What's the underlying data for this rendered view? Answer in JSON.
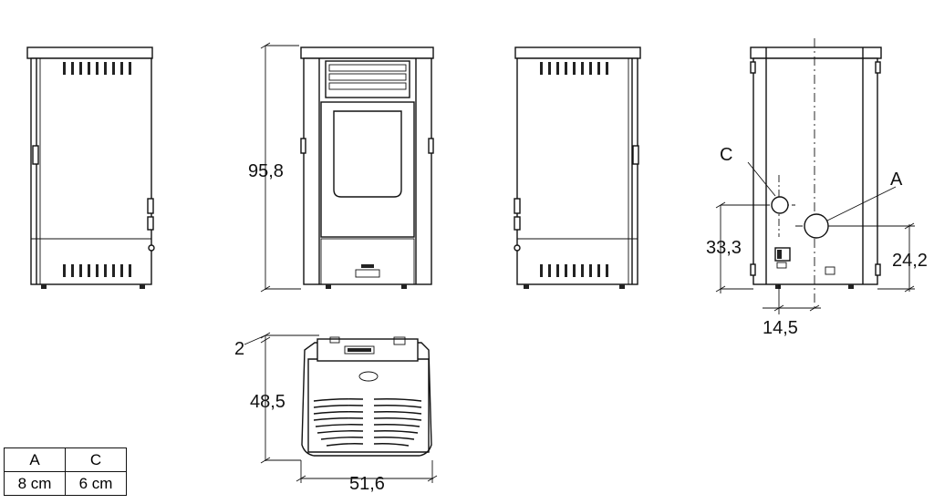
{
  "dimensions": {
    "height": "95,8",
    "depth": "48,5",
    "width": "51,6",
    "offset_top": "2",
    "pipe_c_height": "33,3",
    "pipe_a_height": "24,2",
    "side_offset": "14,5"
  },
  "pipe_labels": {
    "c": "C",
    "a": "A"
  },
  "table": {
    "headers": [
      "A",
      "C"
    ],
    "values": [
      "8 cm",
      "6 cm"
    ]
  }
}
